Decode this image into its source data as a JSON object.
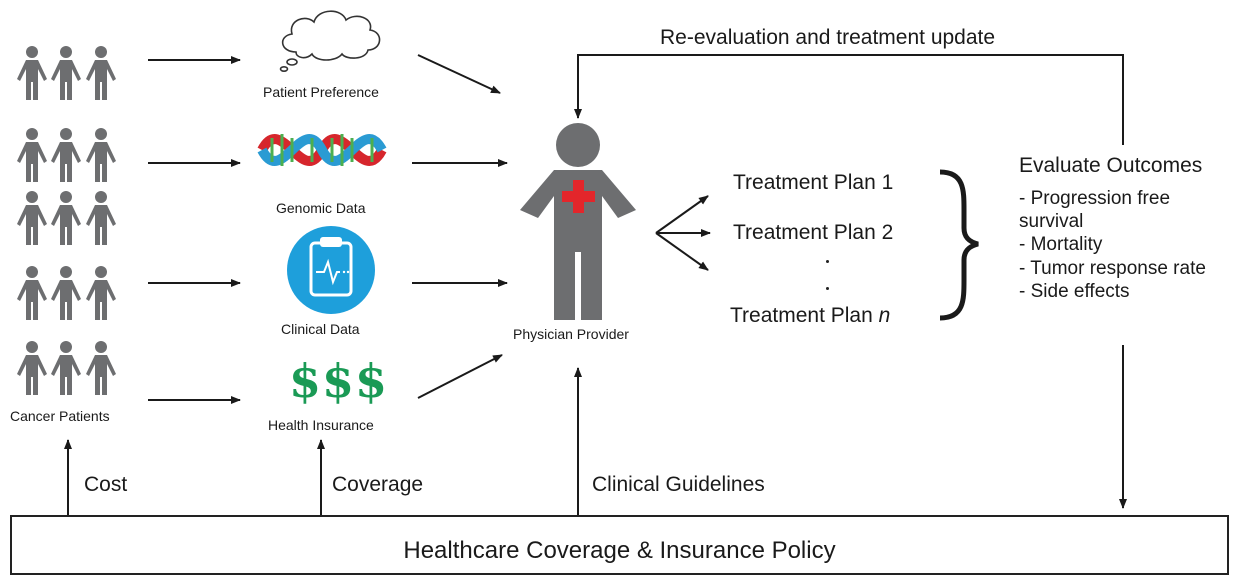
{
  "header": {
    "feedback_label": "Re-evaluation and treatment update"
  },
  "patients": {
    "label": "Cancer Patients"
  },
  "inputs": {
    "preference": "Patient Preference",
    "genomic": "Genomic Data",
    "clinical": "Clinical Data",
    "insurance": "Health Insurance",
    "money_symbol": "$$$"
  },
  "provider": {
    "label": "Physician Provider"
  },
  "plans": {
    "plan1": "Treatment Plan 1",
    "plan2": "Treatment Plan 2",
    "planN_prefix": "Treatment Plan ",
    "planN_var": "n"
  },
  "outcomes": {
    "title": "Evaluate Outcomes",
    "items": [
      "- Progression free",
      "survival",
      "- Mortality",
      "- Tumor response rate",
      "- Side effects"
    ]
  },
  "bottom": {
    "cost": "Cost",
    "coverage": "Coverage",
    "guidelines": "Clinical Guidelines",
    "policy": "Healthcare Coverage & Insurance Policy"
  },
  "colors": {
    "figure": "#6d6e70",
    "cross": "#e3262b",
    "money": "#1a9a55",
    "clipboard": "#1e9fdb",
    "dna_red": "#d6262c",
    "dna_blue": "#2a9bd3",
    "dna_green": "#4caf50"
  }
}
